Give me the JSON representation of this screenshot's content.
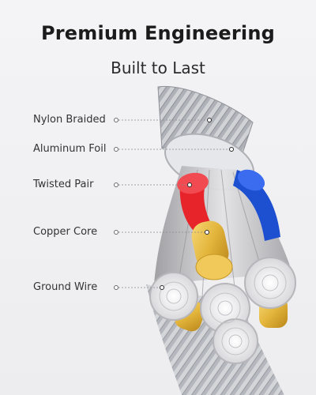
{
  "header": {
    "title": "Premium Engineering",
    "subtitle": "Built to Last"
  },
  "layers": [
    {
      "label": "Nylon Braided"
    },
    {
      "label": "Aluminum Foil"
    },
    {
      "label": "Twisted Pair"
    },
    {
      "label": "Copper Core"
    },
    {
      "label": "Ground Wire"
    }
  ],
  "colors": {
    "braid": "#b9bcc2",
    "foil": "#dfe1e5",
    "red_insulation": "#e8242b",
    "blue_insulation": "#1d4fd1",
    "gold_tip": "#e3b53b",
    "strand_silver": "#c9c9cc"
  }
}
